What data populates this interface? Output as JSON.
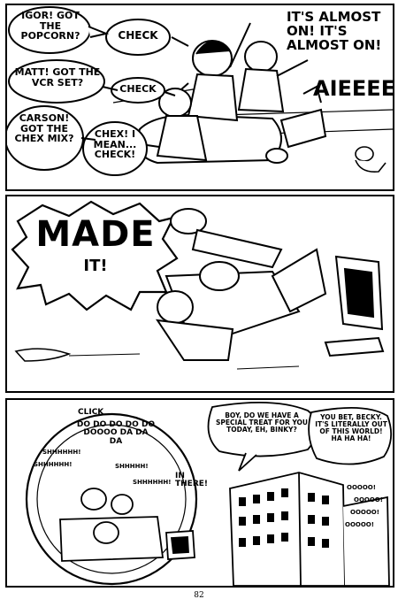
{
  "panel1": {
    "igor": "IGOR! GOT THE POPCORN?",
    "check1": "CHECK",
    "matt": "MATT! GOT THE VCR SET?",
    "check2": "CHECK",
    "carson": "CARSON! GOT THE CHEX MIX?",
    "chex": "CHEX! I MEAN... CHECK!",
    "almost": "IT'S ALMOST ON! IT'S ALMOST ON!",
    "scream": "AIEEEE!"
  },
  "panel2": {
    "made": "MADE",
    "it": "IT!"
  },
  "panel3": {
    "click": "CLICK",
    "tune": "DO DO DO DO DO DOOOO DA DA DA",
    "shh1": "SHHHHHH!",
    "shh2": "SHHHHHH!",
    "shh3": "SHHHHH!",
    "shh4": "SHHHHHH!",
    "in_there": "IN THERE!",
    "becky": "BOY, DO WE HAVE A SPECIAL TREAT FOR YOU TODAY, EH, BINKY?",
    "binky": "YOU BET, BECKY. IT'S LITERALLY OUT OF THIS WORLD! HA HA HA!",
    "oo1": "OOOOO!",
    "oo2": "OOOOO!",
    "oo3": "OOOOO!",
    "oo4": "OOOOO!"
  },
  "page_number": "82"
}
